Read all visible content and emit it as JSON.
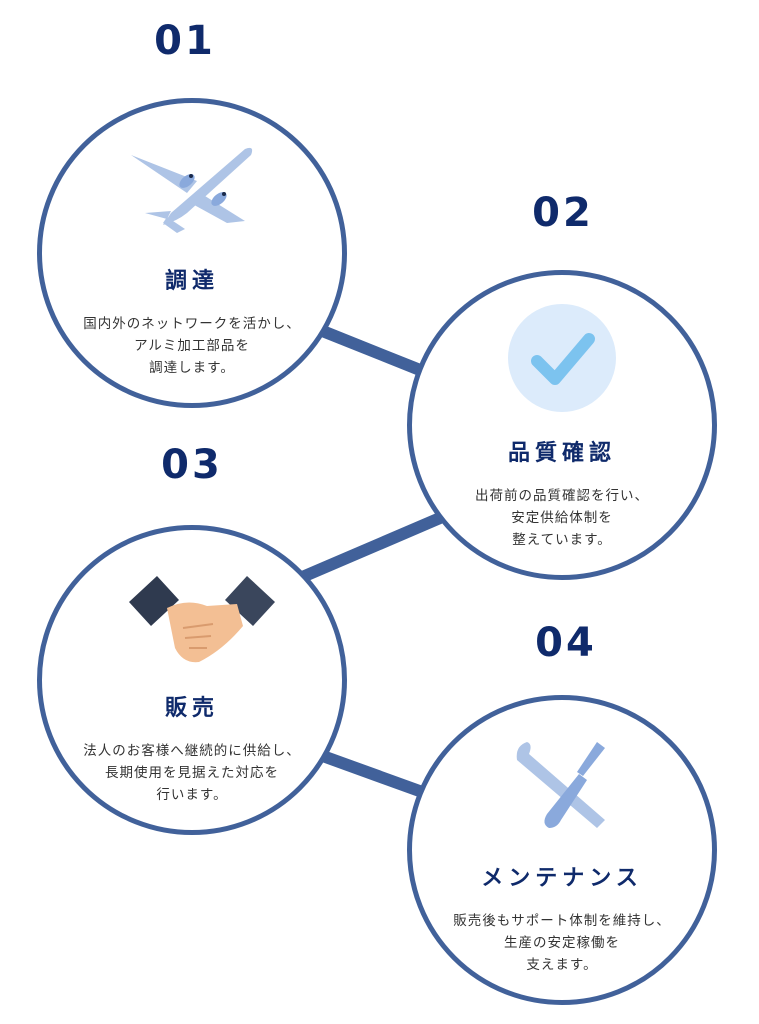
{
  "steps": [
    {
      "number": "01",
      "title": "調達",
      "desc": [
        "国内外のネットワークを活かし、",
        "アルミ加工部品を",
        "調達します。"
      ],
      "icon": "airplane-icon"
    },
    {
      "number": "02",
      "title": "品質確認",
      "desc": [
        "出荷前の品質確認を行い、",
        "安定供給体制を",
        "整えています。"
      ],
      "icon": "checkmark-icon"
    },
    {
      "number": "03",
      "title": "販売",
      "desc": [
        "法人のお客様へ継続的に供給し、",
        "長期使用を見据えた対応を",
        "行います。"
      ],
      "icon": "handshake-icon"
    },
    {
      "number": "04",
      "title": "メンテナンス",
      "desc": [
        "販売後もサポート体制を維持し、",
        "生産の安定稼働を",
        "支えます。"
      ],
      "icon": "wrench-screwdriver-icon"
    }
  ],
  "colors": {
    "accent": "#0f2a6b",
    "ring": "#41619a"
  }
}
